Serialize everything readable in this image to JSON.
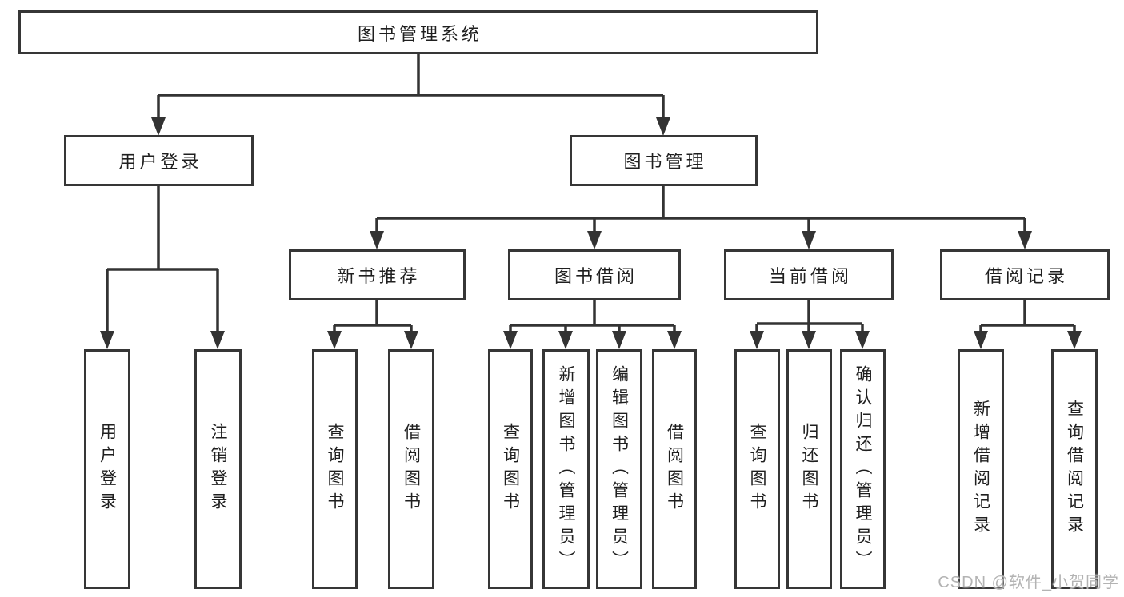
{
  "diagram": {
    "root": {
      "label": "图书管理系统"
    },
    "level2": [
      {
        "label": "用户登录",
        "parent": "图书管理系统"
      },
      {
        "label": "图书管理",
        "parent": "图书管理系统"
      }
    ],
    "level3": [
      {
        "label": "新书推荐",
        "parent": "图书管理"
      },
      {
        "label": "图书借阅",
        "parent": "图书管理"
      },
      {
        "label": "当前借阅",
        "parent": "图书管理"
      },
      {
        "label": "借阅记录",
        "parent": "图书管理"
      }
    ],
    "leaves": [
      {
        "label": "用户登录",
        "parent": "用户登录"
      },
      {
        "label": "注销登录",
        "parent": "用户登录"
      },
      {
        "label": "查询图书",
        "parent": "新书推荐"
      },
      {
        "label": "借阅图书",
        "parent": "新书推荐"
      },
      {
        "label": "查询图书",
        "parent": "图书借阅"
      },
      {
        "label": "新增图书（管理员）",
        "parent": "图书借阅"
      },
      {
        "label": "编辑图书（管理员）",
        "parent": "图书借阅"
      },
      {
        "label": "借阅图书",
        "parent": "图书借阅"
      },
      {
        "label": "查询图书",
        "parent": "当前借阅"
      },
      {
        "label": "归还图书",
        "parent": "当前借阅"
      },
      {
        "label": "确认归还（管理员）",
        "parent": "当前借阅"
      },
      {
        "label": "新增借阅记录",
        "parent": "借阅记录"
      },
      {
        "label": "查询借阅记录",
        "parent": "借阅记录"
      }
    ]
  },
  "watermark": {
    "text": "CSDN @软件_小贺同学"
  },
  "colors": {
    "line": "#333333",
    "box_border": "#363636",
    "background": "#ffffff",
    "text": "#1f1f1f",
    "watermark": "#b3b3b3"
  }
}
